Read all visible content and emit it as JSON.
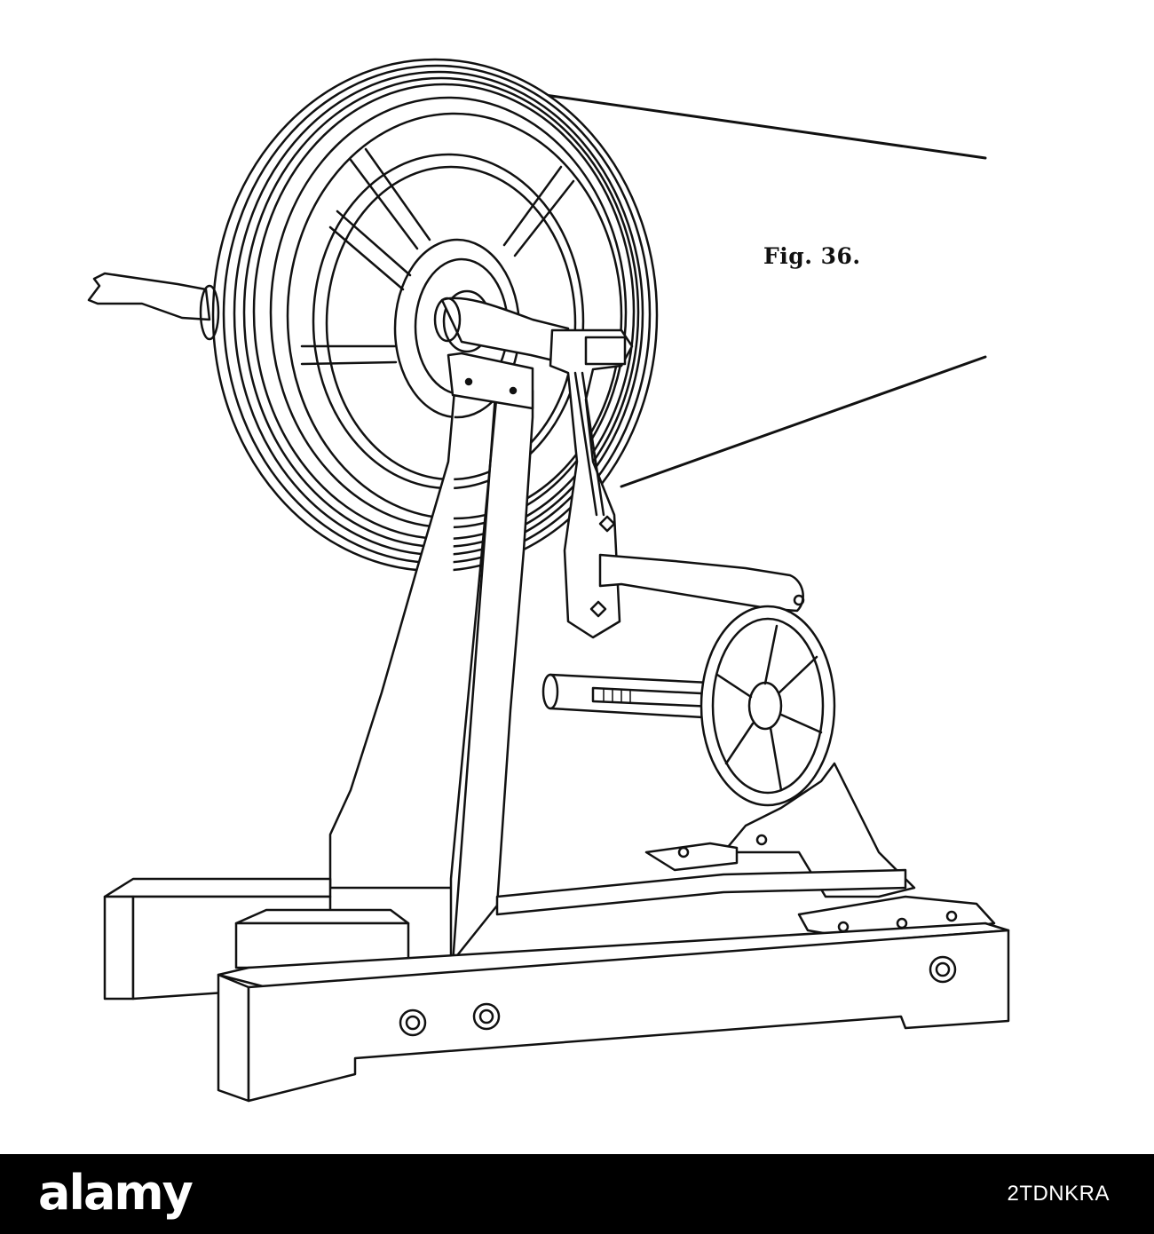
{
  "figure": {
    "caption": "Fig. 36.",
    "subject": "machine-illustration",
    "line_color": "#111111",
    "background": "#ffffff"
  },
  "watermark": {
    "brand": "alamy",
    "image_id": "2TDNKRA",
    "bar_color": "#000000",
    "text_color": "#ffffff"
  }
}
